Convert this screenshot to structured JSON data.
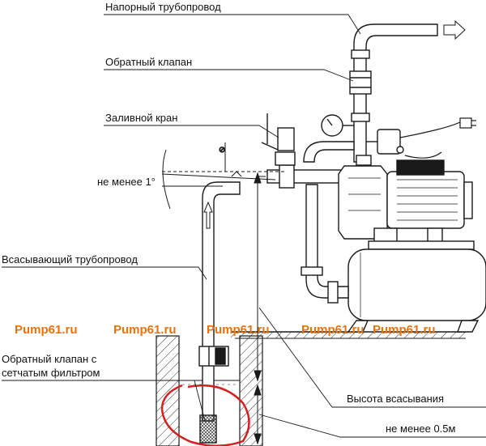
{
  "labels": {
    "pressure_pipe": "Напорный трубопровод",
    "check_valve": "Обратный клапан",
    "fill_tap": "Заливной кран",
    "slope": "не менее 1°",
    "suction_pipe": "Всасывающий трубопровод",
    "foot_valve_line1": "Обратный клапан с",
    "foot_valve_line2": "сетчатым фильтром",
    "suction_height": "Высота всасывания",
    "min_depth": "не менее 0.5м"
  },
  "watermarks": [
    "Pump61.ru",
    "Pump61.ru",
    "Pump61.ru",
    "Pump61.ru",
    "Pump61.ru"
  ],
  "colors": {
    "line": "#1a1a1a",
    "watermark": "#e8720c",
    "annotation": "#d42020",
    "ground_fill": "#f2f2f2"
  },
  "icons": [
    "pressure-gauge-icon",
    "power-plug-icon",
    "flow-arrow-icon",
    "flow-direction-arrow-icon"
  ]
}
